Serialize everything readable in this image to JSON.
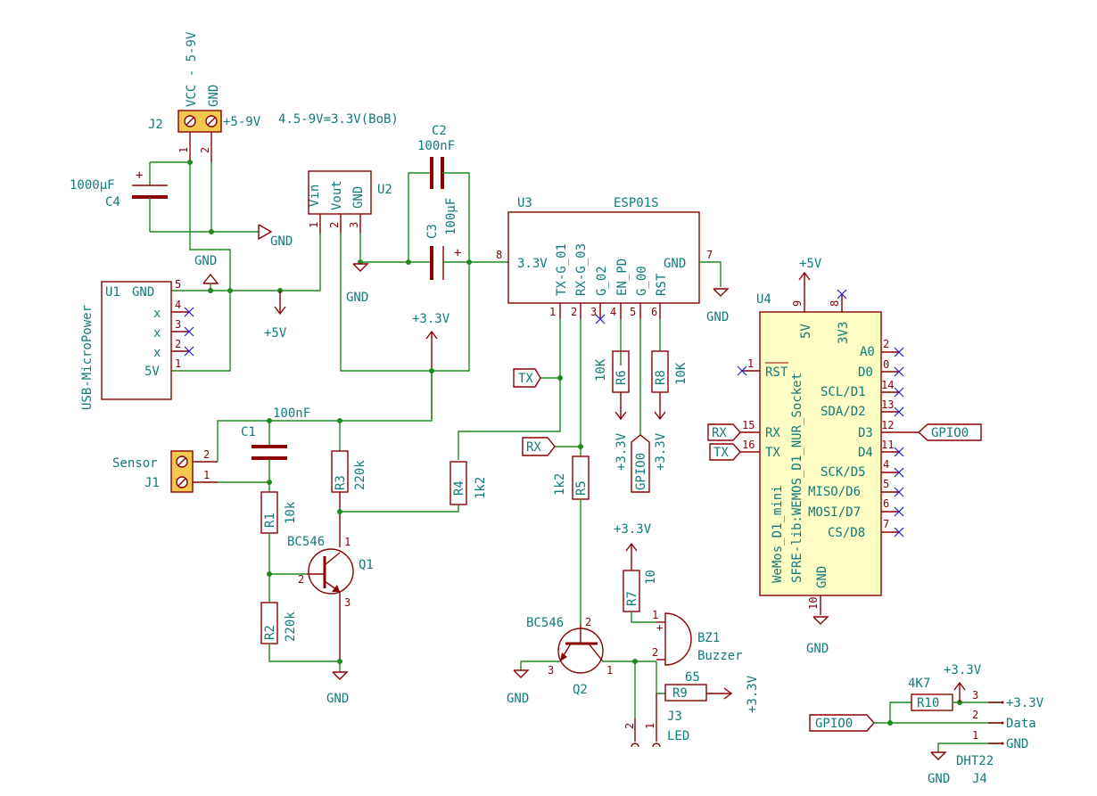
{
  "j2": {
    "ref": "J2",
    "vcc": "VCC - 5-9V",
    "gnd": "GND",
    "supply": "+5-9V",
    "note": "4.5-9V=3.3V(BoB)",
    "pin1": "1",
    "pin2": "2"
  },
  "c4": {
    "ref": "C4",
    "value": "1000µF"
  },
  "c2": {
    "ref": "C2",
    "value": "100nF"
  },
  "c3": {
    "ref": "C3",
    "value": "100µF"
  },
  "u2": {
    "ref": "U2",
    "vin": "Vin",
    "vout": "Vout",
    "gnd": "GND",
    "p1": "1",
    "p2": "2",
    "p3": "3"
  },
  "u3": {
    "ref": "U3",
    "name": "ESP01S",
    "pin_vcc": "3.3V",
    "pin_tx": "TX-G_01",
    "pin_rx": "RX-G_03",
    "pin_g02": "G_02",
    "pin_en": "EN_PD",
    "pin_g00": "G_00",
    "pin_rst": "RST",
    "pin_gnd": "GND",
    "n8": "8",
    "n7": "7",
    "n1": "1",
    "n2": "2",
    "n3": "3",
    "n4": "4",
    "n5": "5",
    "n6": "6"
  },
  "u1": {
    "ref": "U1",
    "name": "USB-MicroPower",
    "gnd": "GND",
    "x": "x",
    "v5": "5V",
    "n5": "5",
    "n4": "4",
    "n3": "3",
    "n2": "2",
    "n1": "1"
  },
  "u4": {
    "ref": "U4",
    "part": "WeMos_D1_mini",
    "lib": "SFRE-lib:WEMOS_D1_NUR_Socket",
    "v5": "5V",
    "v33": "3V3",
    "rst": "RST",
    "rx": "RX",
    "tx": "TX",
    "a0": "A0",
    "d0": "D0",
    "d1": "SCL/D1",
    "d2": "SDA/D2",
    "d3": "D3",
    "d4": "D4",
    "d5": "SCK/D5",
    "d6": "MISO/D6",
    "d7": "MOSI/D7",
    "d8": "CS/D8",
    "gnd": "GND",
    "n9": "9",
    "n8": "8",
    "n1": "1",
    "n15": "15",
    "n16": "16",
    "n2": "2",
    "n0": "0",
    "n14": "14",
    "n13": "13",
    "n12": "12",
    "n11": "11",
    "n4": "4",
    "n5": "5",
    "n6": "6",
    "n7": "7",
    "n10": "10"
  },
  "labels": {
    "gnd": "GND",
    "p5v": "+5V",
    "p33": "+3.3V",
    "tx": "TX",
    "rx": "RX",
    "gpio0": "GPIO0"
  },
  "resistors": {
    "r1": {
      "ref": "R1",
      "value": "10k"
    },
    "r2": {
      "ref": "R2",
      "value": "220k"
    },
    "r3": {
      "ref": "R3",
      "value": "220k"
    },
    "r4": {
      "ref": "R4",
      "value": "1k2"
    },
    "r5": {
      "ref": "R5",
      "value": "1k2"
    },
    "r6": {
      "ref": "R6",
      "value": "10K"
    },
    "r7": {
      "ref": "R7",
      "value": "10"
    },
    "r8": {
      "ref": "R8",
      "value": "10K"
    },
    "r9": {
      "ref": "R9",
      "value": "65"
    },
    "r10": {
      "ref": "R10",
      "value": "4K7"
    }
  },
  "c1": {
    "ref": "C1",
    "value": "100nF"
  },
  "j1": {
    "ref": "J1",
    "name": "Sensor",
    "p1": "1",
    "p2": "2"
  },
  "q1": {
    "ref": "Q1",
    "part": "BC546",
    "p1": "1",
    "p2": "2",
    "p3": "3"
  },
  "q2": {
    "ref": "Q2",
    "part": "BC546",
    "p1": "1",
    "p2": "2",
    "p3": "3"
  },
  "bz1": {
    "ref": "BZ1",
    "name": "Buzzer",
    "p1": "1",
    "p2": "2"
  },
  "j3": {
    "ref": "J3",
    "name": "LED",
    "p1": "1",
    "p2": "2"
  },
  "j4": {
    "ref": "J4",
    "name": "DHT22",
    "p3": "3",
    "p2": "2",
    "p1": "1",
    "l3": "+3.3V",
    "l2": "Data",
    "l1": "GND"
  }
}
